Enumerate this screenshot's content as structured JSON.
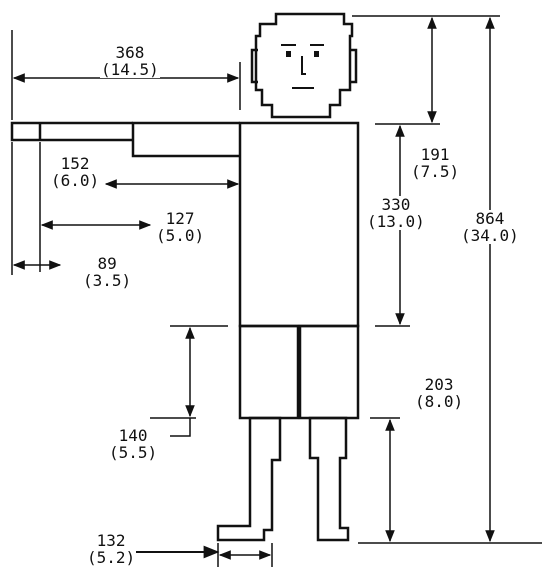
{
  "dimensions": [
    {
      "id": "arm-span",
      "value": "368",
      "imperial": "(14.5)"
    },
    {
      "id": "arm-152",
      "value": "152",
      "imperial": "(6.0)"
    },
    {
      "id": "arm-127",
      "value": "127",
      "imperial": "(5.0)"
    },
    {
      "id": "arm-89",
      "value": "89",
      "imperial": "(3.5)"
    },
    {
      "id": "head-191",
      "value": "191",
      "imperial": "(7.5)"
    },
    {
      "id": "torso-330",
      "value": "330",
      "imperial": "(13.0)"
    },
    {
      "id": "height-864",
      "value": "864",
      "imperial": "(34.0)"
    },
    {
      "id": "leg-203",
      "value": "203",
      "imperial": "(8.0)"
    },
    {
      "id": "shorts-140",
      "value": "140",
      "imperial": "(5.5)"
    },
    {
      "id": "foot-132",
      "value": "132",
      "imperial": "(5.2)"
    }
  ],
  "colors": {
    "ink": "#111111",
    "background": "#ffffff"
  }
}
